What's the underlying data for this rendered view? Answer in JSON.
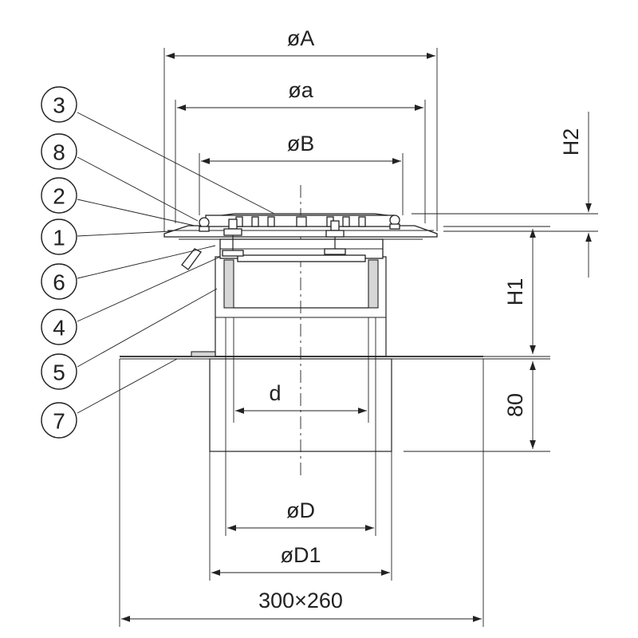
{
  "dimensions": {
    "dia_A": "øA",
    "dia_a": "øa",
    "dia_B": "øB",
    "H2": "H2",
    "H1": "H1",
    "h80": "80",
    "d": "d",
    "dia_D": "øD",
    "dia_D1": "øD1",
    "flange": "300×260"
  },
  "callouts": [
    "3",
    "8",
    "2",
    "1",
    "6",
    "4",
    "5",
    "7"
  ]
}
